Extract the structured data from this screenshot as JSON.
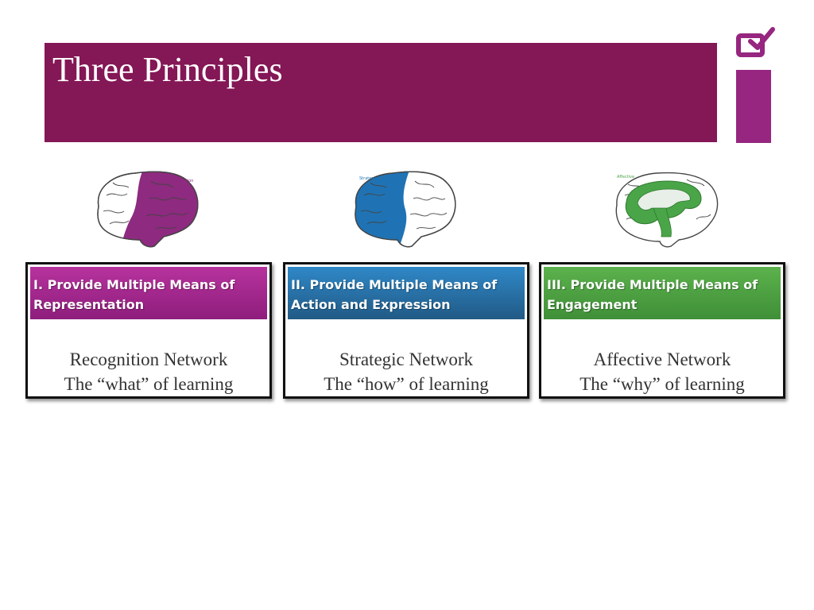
{
  "slide": {
    "title": "Three Principles",
    "colors": {
      "title_bar": "#841756",
      "logo": "#96267f",
      "recognition": "#8e2a80",
      "strategic": "#1f73b4",
      "affective": "#4aa548"
    }
  },
  "logo": {
    "icon": "checkbox-logo-icon"
  },
  "brains": [
    {
      "label": "Recognition",
      "icon": "brain-recognition-icon"
    },
    {
      "label": "Strategic",
      "icon": "brain-strategic-icon"
    },
    {
      "label": "Affective",
      "icon": "brain-affective-icon"
    }
  ],
  "principles": [
    {
      "header_line1": "I. Provide Multiple Means of",
      "header_line2": "Representation",
      "network": "Recognition Network",
      "tagline": "The “what” of learning"
    },
    {
      "header_line1": "II. Provide Multiple Means of",
      "header_line2": "Action and Expression",
      "network": "Strategic Network",
      "tagline": "The “how” of learning"
    },
    {
      "header_line1": "III. Provide Multiple Means of",
      "header_line2": "Engagement",
      "network": "Affective Network",
      "tagline": "The “why” of learning"
    }
  ]
}
